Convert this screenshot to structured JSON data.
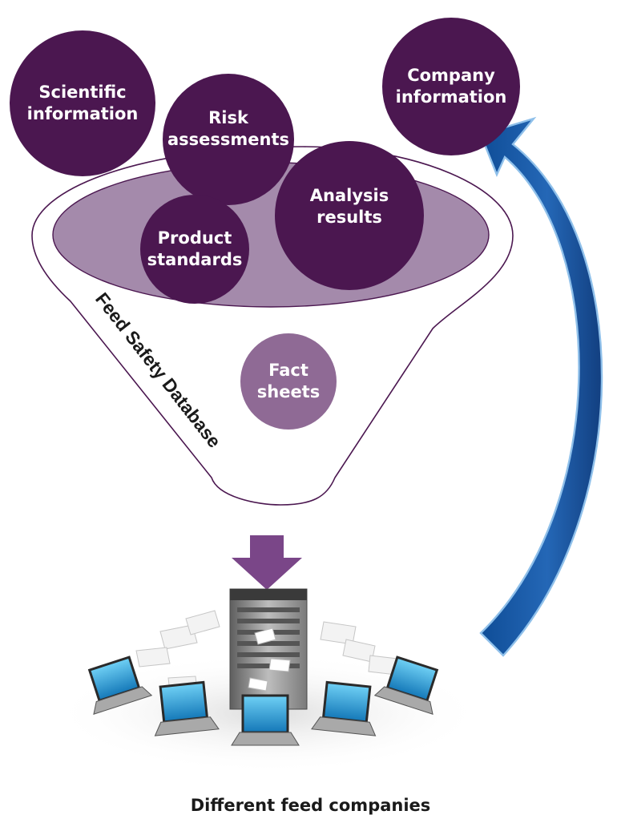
{
  "colors": {
    "bubble_dark": "#4b1750",
    "bubble_light": "#8f6a95",
    "funnel_inner": "#a48aab",
    "funnel_outline": "#4b1750",
    "arrow_purple": "#7a4688",
    "arrow_blue": "#1c5aa6",
    "arrow_blue_edge": "#8fc0ea"
  },
  "bubbles": {
    "scientific": "Scientific\ninformation",
    "risk": "Risk\nassessments",
    "company": "Company\ninformation",
    "analysis": "Analysis\nresults",
    "product": "Product\nstandards",
    "fact": "Fact\nsheets"
  },
  "funnel_label": "Feed Safety Database",
  "caption": "Different feed companies",
  "icons": [
    "server-icon",
    "laptop-icon",
    "paper-sheet-icon"
  ]
}
